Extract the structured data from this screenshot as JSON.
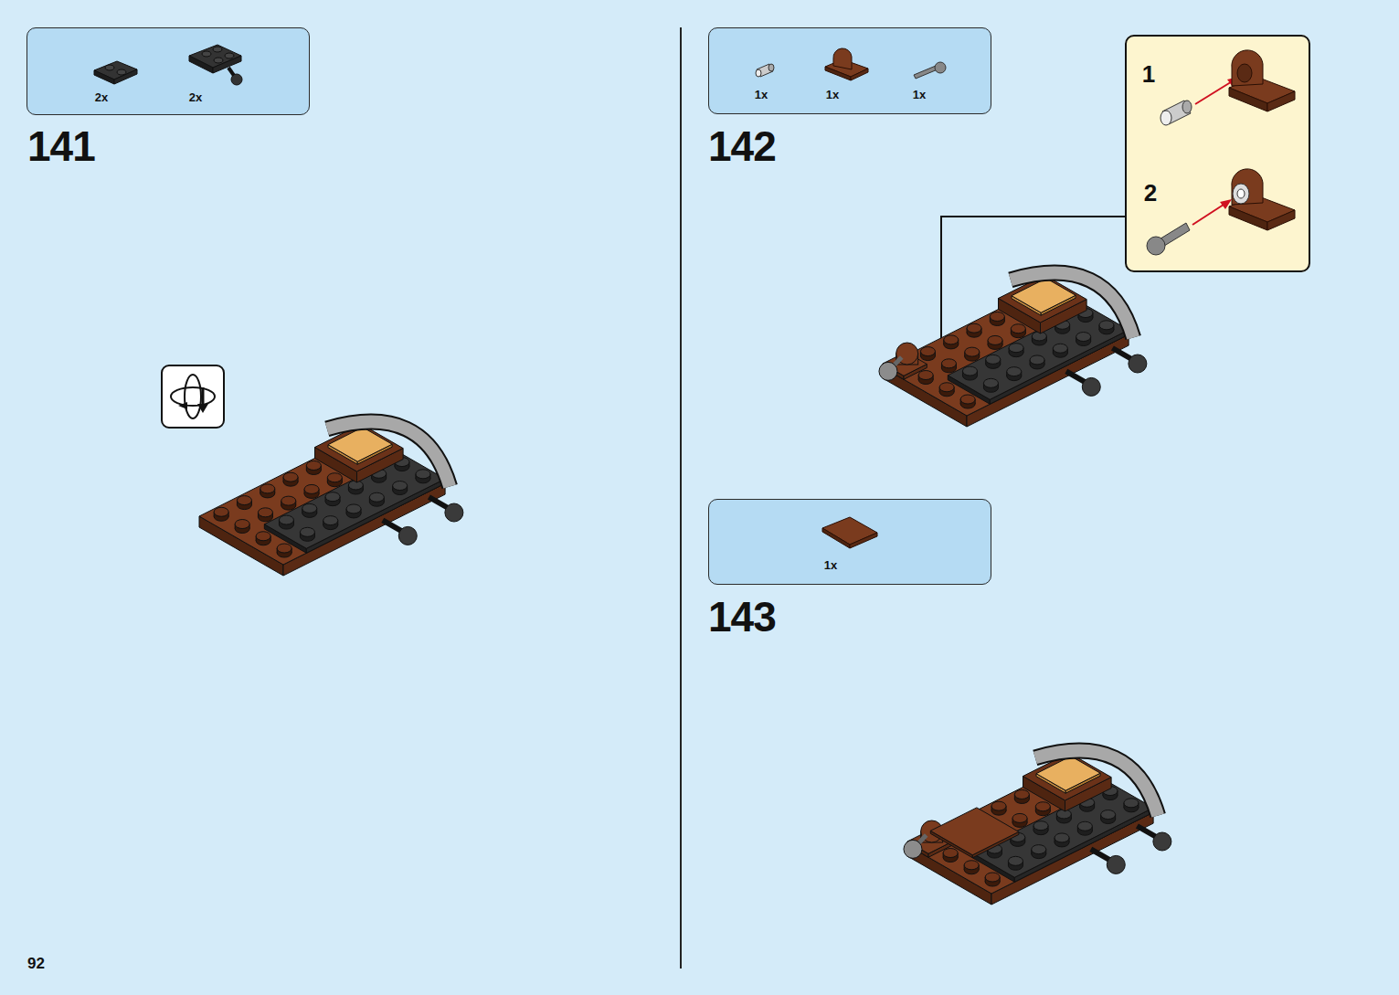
{
  "diagram": {
    "nodes": [
      {
        "text": [
          "2x",
          "2x"
        ]
      },
      {
        "text": [
          "1x",
          "1x",
          "1x"
        ]
      },
      {
        "text": [
          "1",
          "2"
        ]
      },
      {
        "text": [
          "1x"
        ]
      }
    ],
    "labels": [
      "141",
      "142",
      "143",
      "92"
    ]
  }
}
